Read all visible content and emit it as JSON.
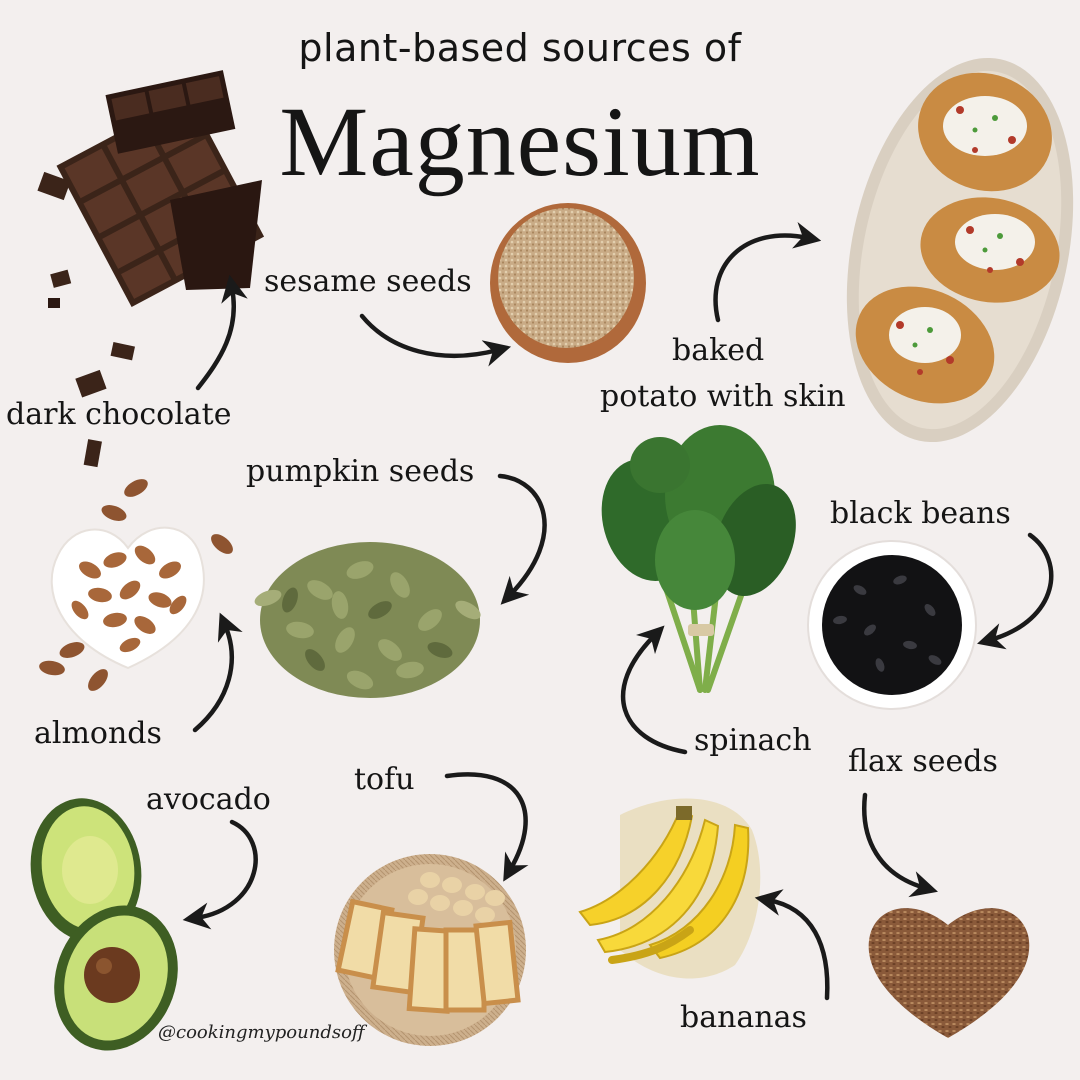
{
  "title": {
    "line1": "plant-based sources of",
    "line2": "Magnesium"
  },
  "labels": {
    "dark_chocolate": "dark chocolate",
    "sesame_seeds": "sesame seeds",
    "baked_potato_line1": "baked",
    "baked_potato_line2": "potato with skin",
    "pumpkin_seeds": "pumpkin seeds",
    "black_beans": "black beans",
    "almonds": "almonds",
    "spinach": "spinach",
    "flax_seeds": "flax seeds",
    "avocado": "avocado",
    "tofu": "tofu",
    "bananas": "bananas"
  },
  "handle": "@cookingmypoundsoff",
  "colors": {
    "background": "#f3efee",
    "text": "#151515",
    "arrow": "#1a1a1a"
  }
}
